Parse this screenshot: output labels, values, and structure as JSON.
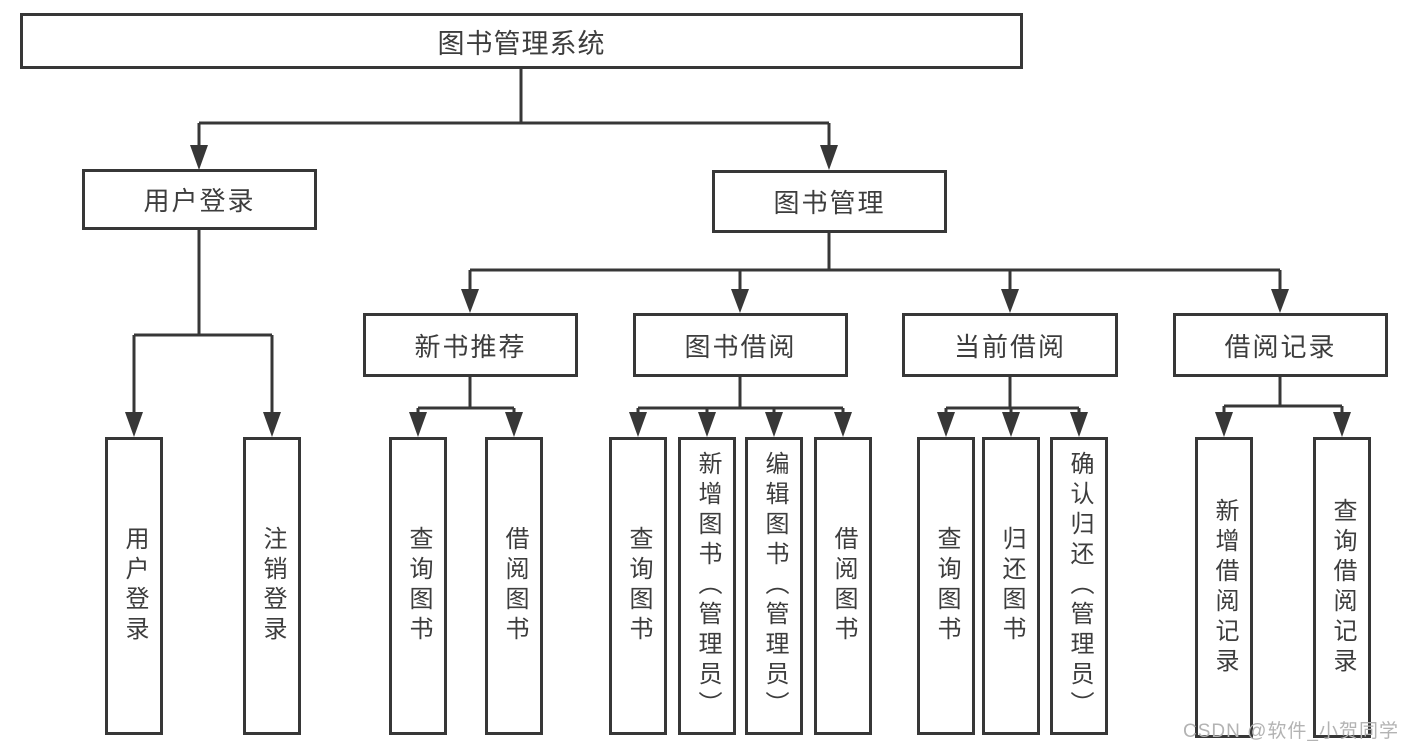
{
  "colors": {
    "line": "#373737",
    "box_border": "#373737",
    "text": "#3d3d3d",
    "background": "#ffffff",
    "watermark": "#b3b3b3"
  },
  "watermark": "CSDN @软件_小贺同学",
  "tree": {
    "label": "图书管理系统",
    "children": [
      {
        "label": "用户登录",
        "children": [
          {
            "label": "用户登录"
          },
          {
            "label": "注销登录"
          }
        ]
      },
      {
        "label": "图书管理",
        "children": [
          {
            "label": "新书推荐",
            "children": [
              {
                "label": "查询图书"
              },
              {
                "label": "借阅图书"
              }
            ]
          },
          {
            "label": "图书借阅",
            "children": [
              {
                "label": "查询图书"
              },
              {
                "label": "新增图书（管理员）"
              },
              {
                "label": "编辑图书（管理员）"
              },
              {
                "label": "借阅图书"
              }
            ]
          },
          {
            "label": "当前借阅",
            "children": [
              {
                "label": "查询图书"
              },
              {
                "label": "归还图书"
              },
              {
                "label": "确认归还（管理员）"
              }
            ]
          },
          {
            "label": "借阅记录",
            "children": [
              {
                "label": "新增借阅记录"
              },
              {
                "label": "查询借阅记录"
              }
            ]
          }
        ]
      }
    ]
  }
}
